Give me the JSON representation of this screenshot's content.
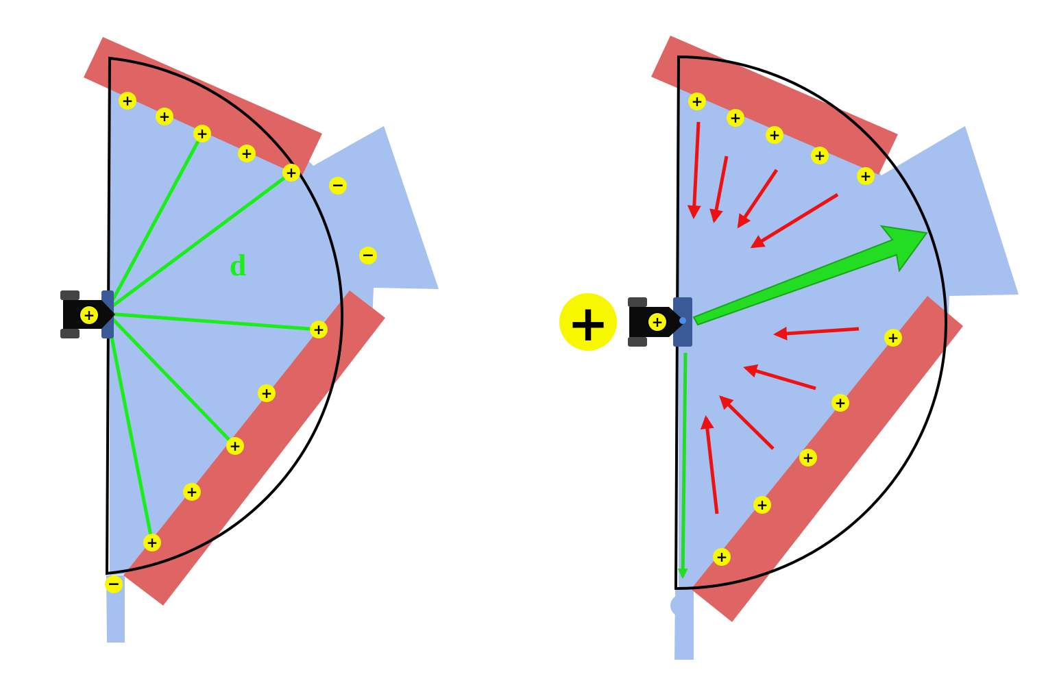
{
  "colors": {
    "wall": "#df6565",
    "free_space": "#a6c1f0",
    "charge": "#f7f700",
    "distance_line": "#19ee19",
    "force_small": "#ee1111",
    "force_resultant": "#22dd22",
    "robot_body": "#0b0b0b",
    "robot_wheel": "#444444",
    "robot_sensor": "#3a5a98",
    "boundary": "#000000"
  },
  "icons": {
    "positive": "plus-sign",
    "negative": "minus-sign"
  },
  "left_panel": {
    "distance_label": "d",
    "positive_symbol": "+",
    "negative_symbol": "−"
  },
  "right_panel": {
    "robot_charge_symbol": "+",
    "positive_symbol": "+"
  }
}
